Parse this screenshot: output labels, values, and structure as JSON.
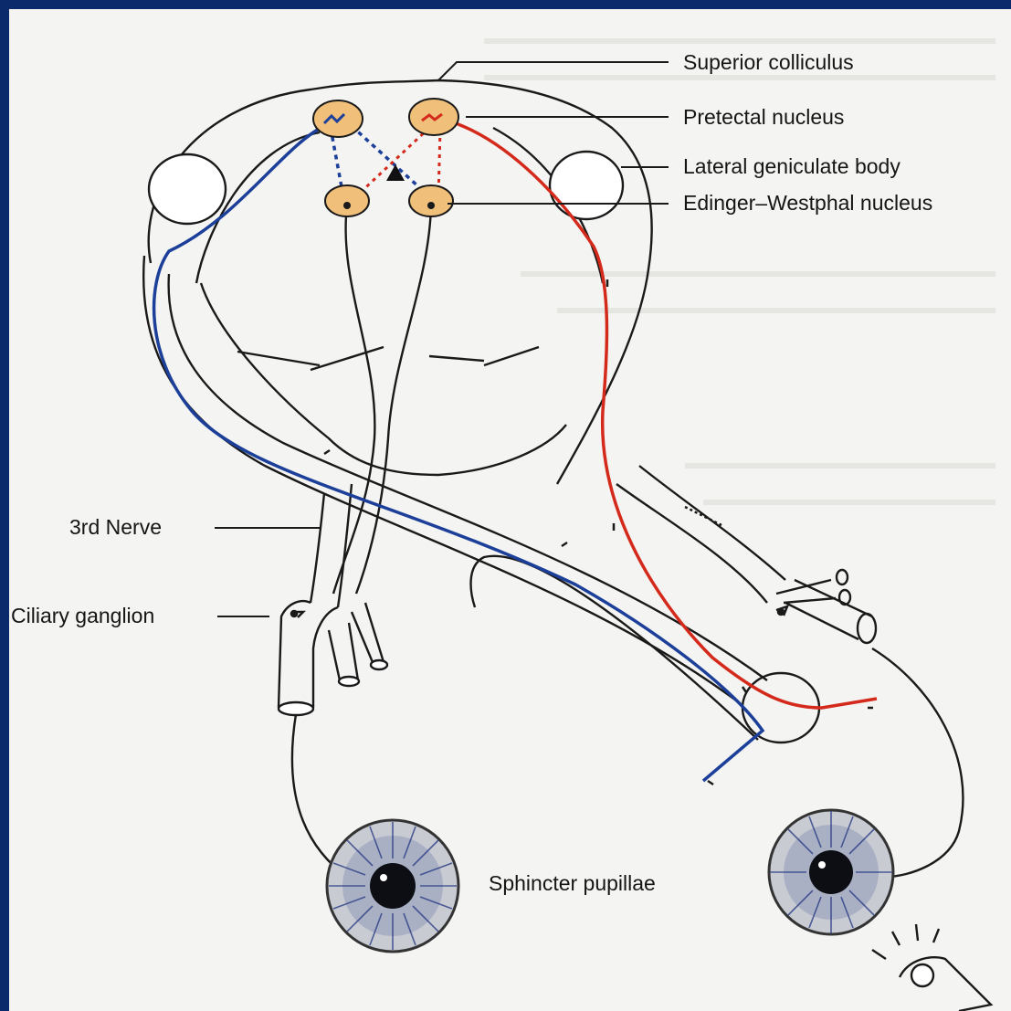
{
  "labels": {
    "superior_colliculus": "Superior colliculus",
    "pretectal_nucleus": "Pretectal nucleus",
    "lateral_geniculate_body": "Lateral geniculate body",
    "edinger_westphal_nucleus": "Edinger–Westphal nucleus",
    "third_nerve": "3rd Nerve",
    "ciliary_ganglion": "Ciliary ganglion",
    "sphincter_pupillae": "Sphincter pupillae"
  },
  "colors": {
    "frame": "#0b2a6b",
    "background": "#f4f4f2",
    "afferent_left": "#1c3f9a",
    "afferent_right": "#d42a1c",
    "nucleus_fill": "#f0c07a",
    "outline": "#1a1a1a"
  },
  "icons": {
    "light_source": "flashlight-icon",
    "crossing_marker": "triangle-icon"
  }
}
